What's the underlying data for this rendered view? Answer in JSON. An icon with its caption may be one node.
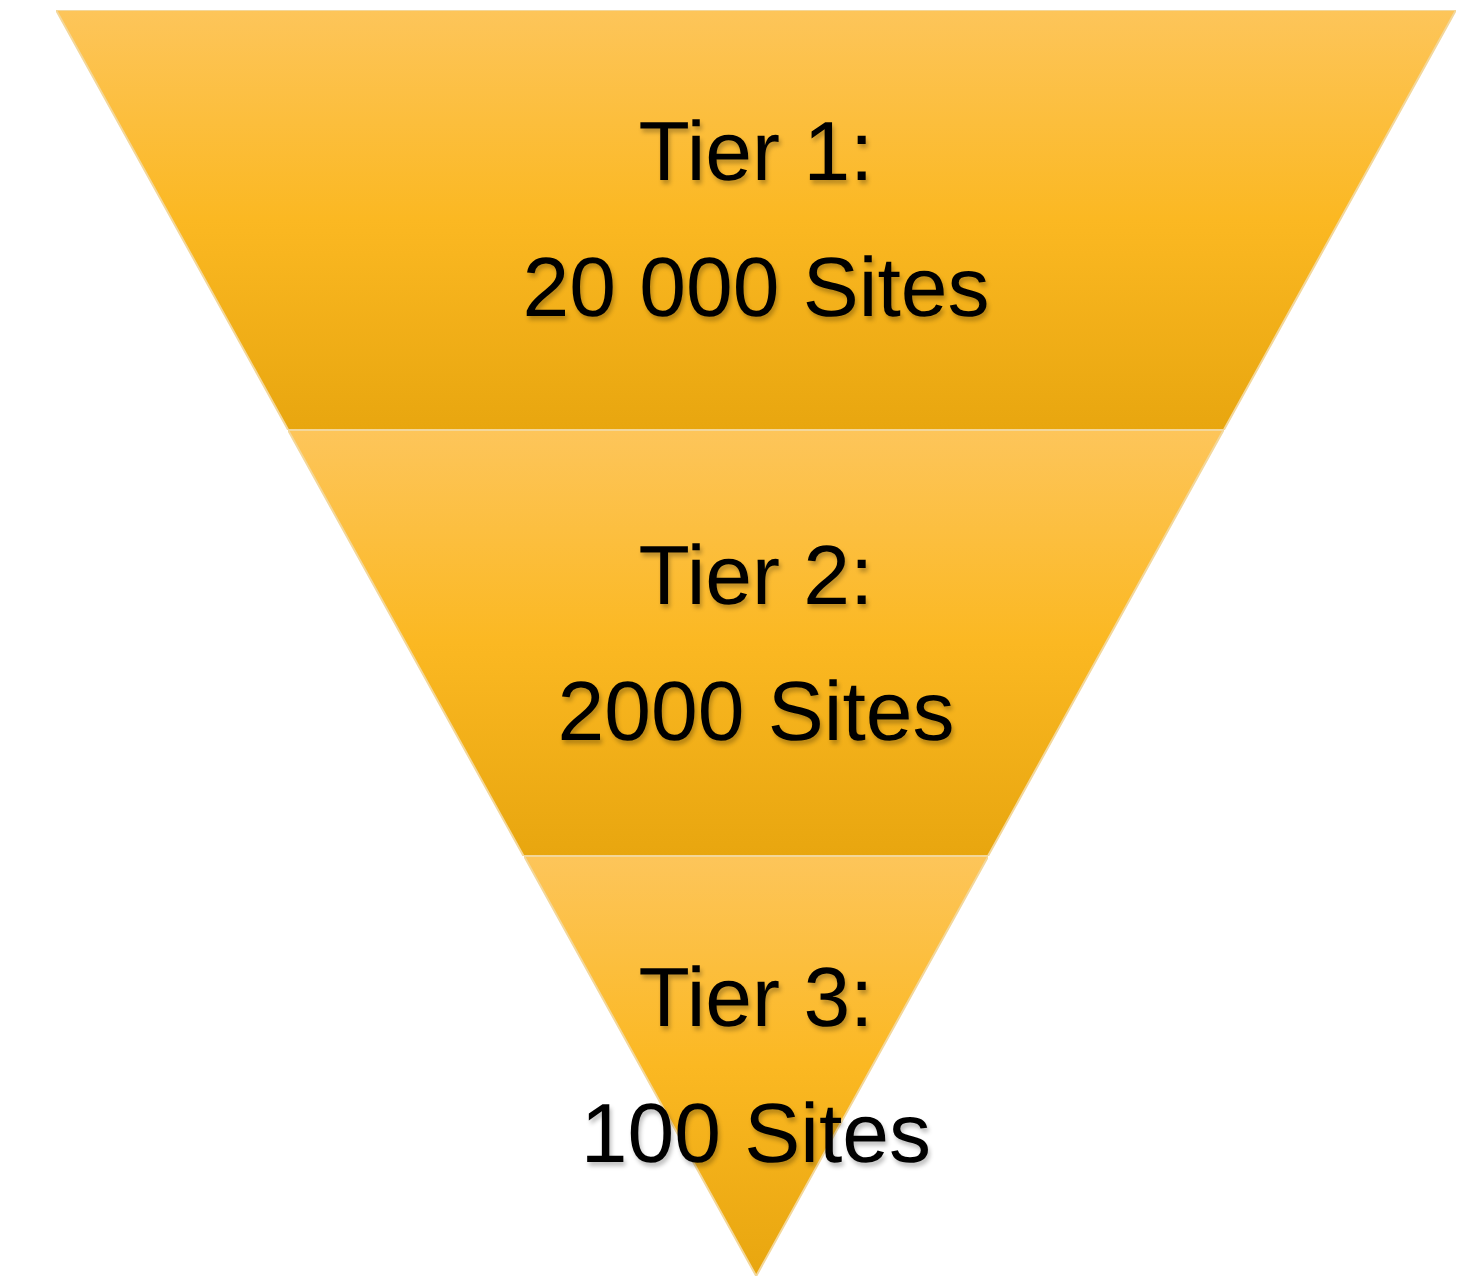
{
  "diagram": {
    "nodes": [
      {
        "text": [
          "Tier 1:",
          "20 000 Sites"
        ]
      },
      {
        "text": [
          "Tier 2:",
          "2000 Sites"
        ]
      },
      {
        "text": [
          "Tier 3:",
          "100 Sites"
        ]
      }
    ]
  }
}
